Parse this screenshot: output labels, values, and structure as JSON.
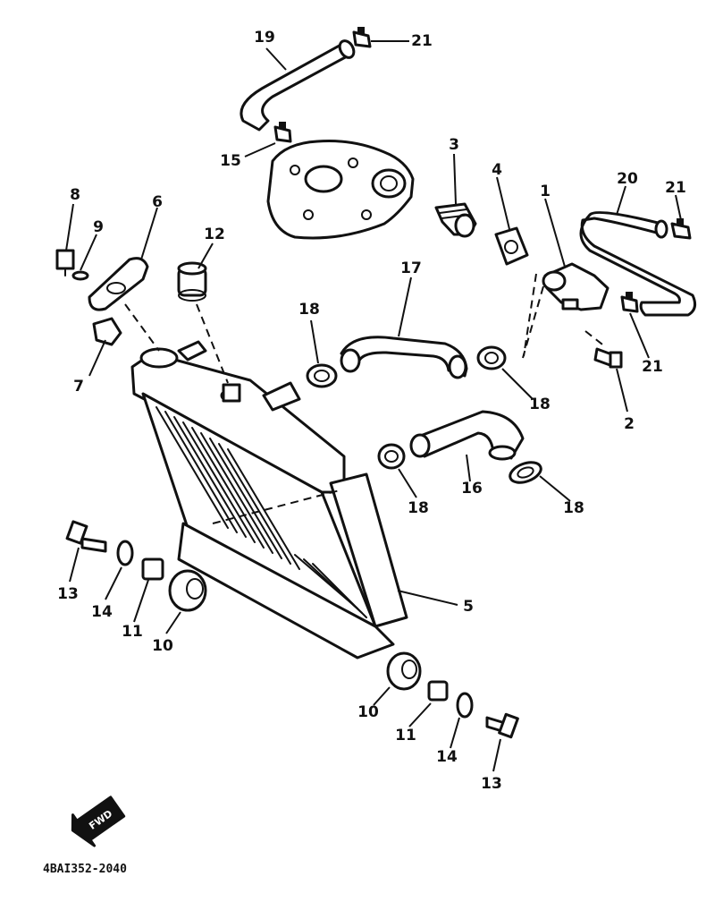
{
  "drawing_code": "4BAI352-2040",
  "direction_badge": "FWD",
  "callouts": {
    "c1": "1",
    "c2": "2",
    "c3": "3",
    "c4": "4",
    "c5": "5",
    "c6": "6",
    "c7": "7",
    "c8": "8",
    "c9": "9",
    "c10a": "10",
    "c10b": "10",
    "c11a": "11",
    "c11b": "11",
    "c12": "12",
    "c13a": "13",
    "c13b": "13",
    "c14a": "14",
    "c14b": "14",
    "c15": "15",
    "c16": "16",
    "c17": "17",
    "c18a": "18",
    "c18b": "18",
    "c18c": "18",
    "c18d": "18",
    "c19": "19",
    "c20": "20",
    "c21a": "21",
    "c21b": "21",
    "c21c": "21"
  }
}
